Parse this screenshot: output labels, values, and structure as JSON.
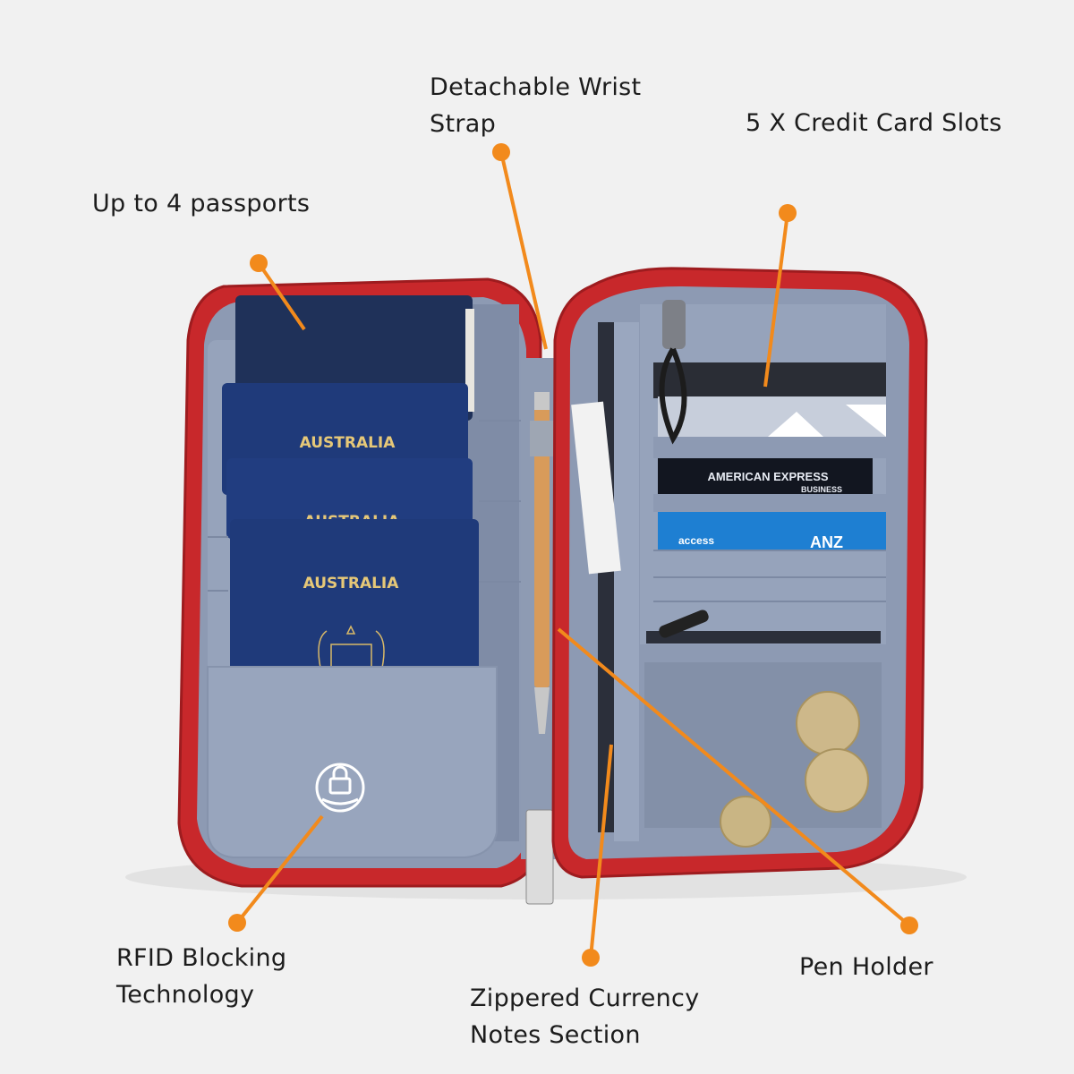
{
  "callouts": {
    "passports": "Up to 4 passports",
    "strap_line1": "Detachable Wrist",
    "strap_line2": "Strap",
    "cards": "5 X Credit Card Slots",
    "rfid_line1": "RFID Blocking",
    "rfid_line2": "Technology",
    "notes_line1": "Zippered Currency",
    "notes_line2": "Notes Section",
    "pen": "Pen Holder"
  },
  "passport_covers": {
    "top": "AUSTRALIA",
    "middle": "AUSTRALIA",
    "bottom": "AUSTRALIA"
  },
  "card_texts": {
    "amex_line1": "AMERICAN EXPRESS",
    "amex_line2": "BUSINESS",
    "anz_left": "access",
    "anz_right": "ANZ"
  },
  "colors": {
    "callout": "#f28a1c",
    "zip": "#c8282b",
    "lining": "#8d9ab3",
    "passport": "#1f3a7a"
  }
}
